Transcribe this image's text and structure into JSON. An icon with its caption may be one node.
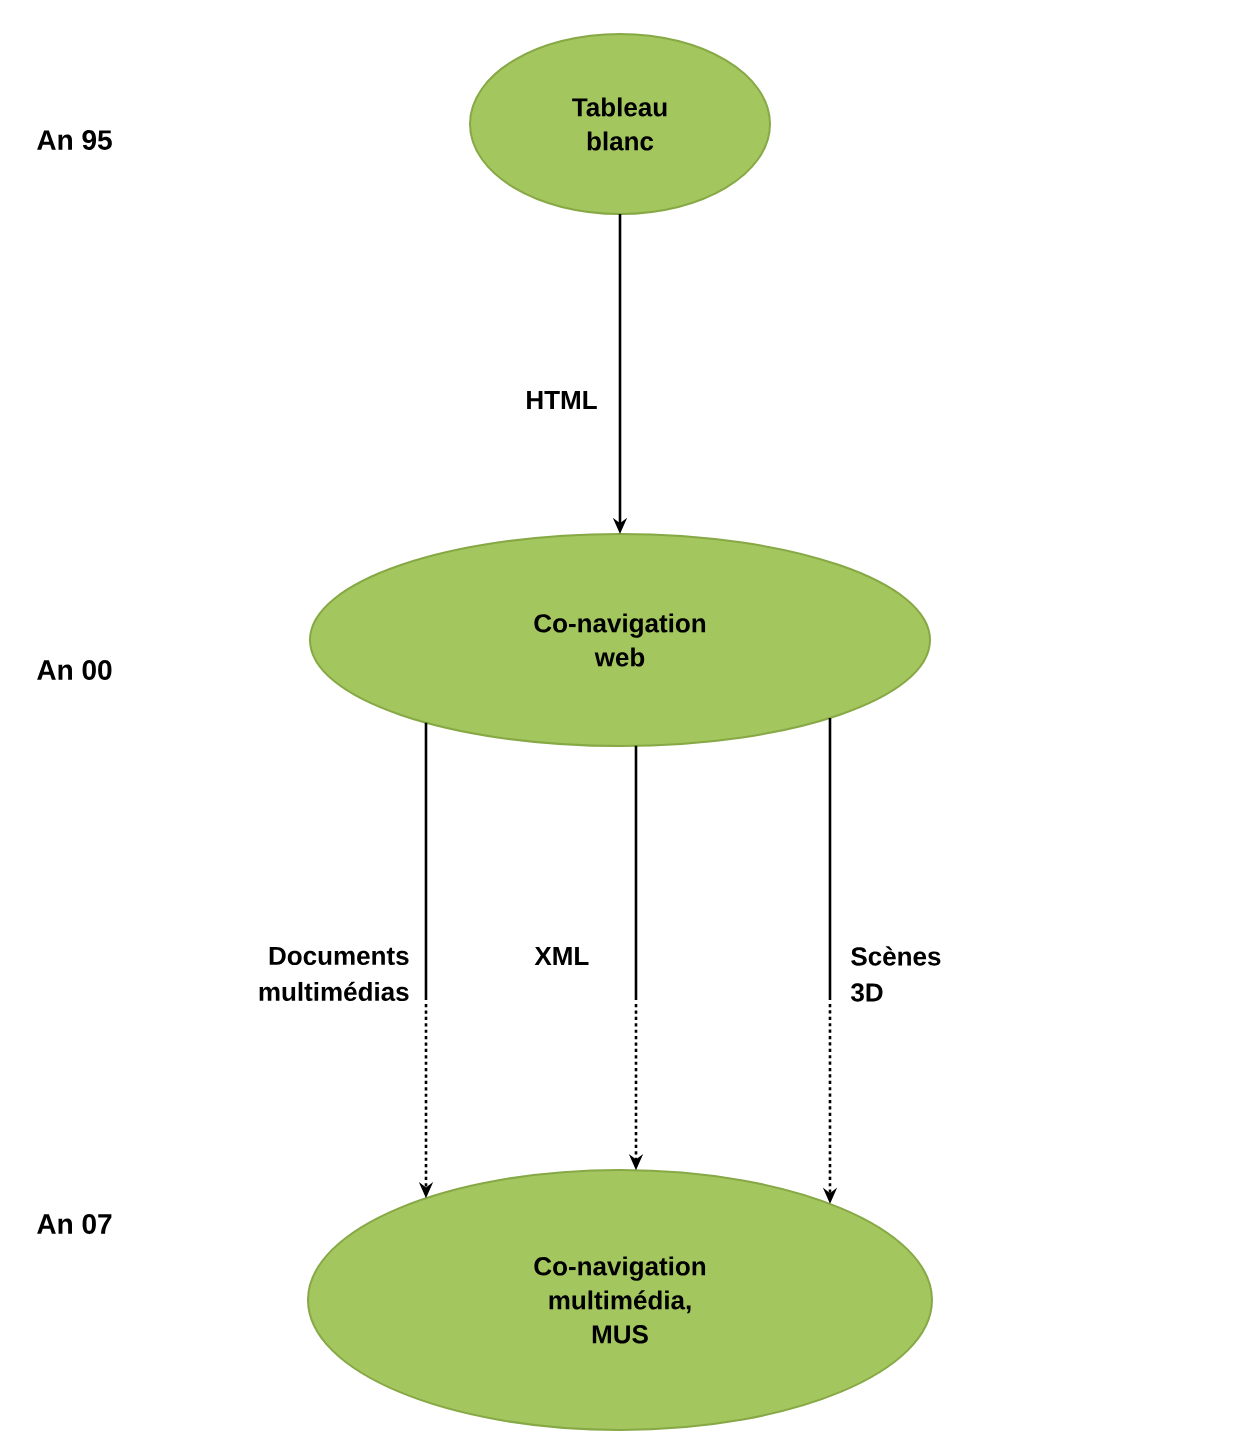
{
  "diagram": {
    "nodes": [
      {
        "text": [
          "Tableau blanc"
        ]
      },
      {
        "text": [
          "Co-navigation web"
        ]
      },
      {
        "text": [
          "Co-navigation multimédia, MUS"
        ]
      }
    ],
    "edges": [
      {
        "from": 0,
        "to": 1,
        "arrow": "to",
        "label": "HTML"
      },
      {
        "from": 1,
        "to": 2,
        "arrow": "to",
        "label": "Documents multimédias",
        "style": "dashed"
      },
      {
        "from": 1,
        "to": 2,
        "arrow": "to",
        "label": "XML",
        "style": "dashed"
      },
      {
        "from": 1,
        "to": 2,
        "arrow": "to",
        "label": "Scènes 3D",
        "style": "dashed"
      }
    ],
    "labels": [
      "An 95",
      "An 00",
      "An 07"
    ]
  }
}
